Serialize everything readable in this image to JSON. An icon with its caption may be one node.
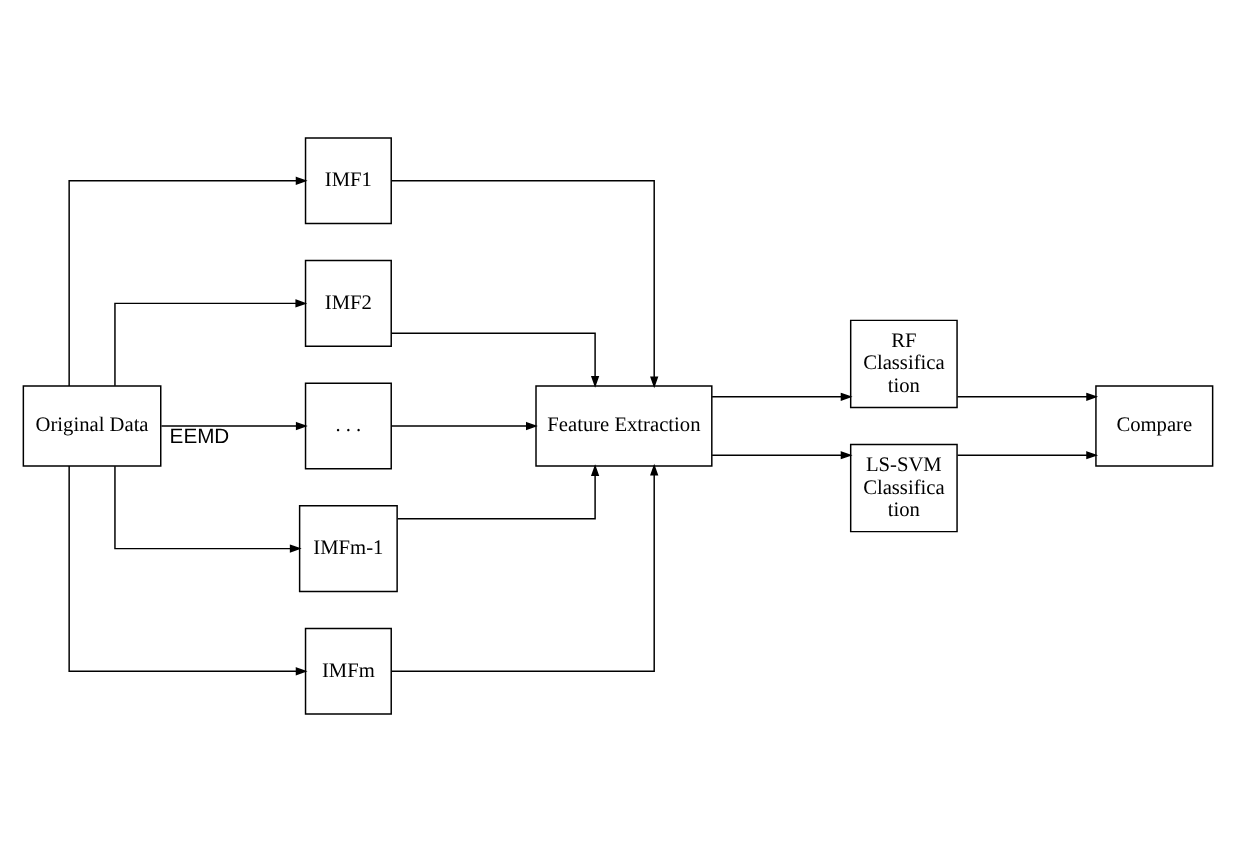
{
  "diagram": {
    "nodes": [
      {
        "text": [
          "Original Data"
        ]
      },
      {
        "text": [
          "IMF1"
        ]
      },
      {
        "text": [
          "IMF2"
        ]
      },
      {
        "text": [
          ". . ."
        ]
      },
      {
        "text": [
          "IMFm-1"
        ]
      },
      {
        "text": [
          "IMFm"
        ]
      },
      {
        "text": [
          "Feature Extraction"
        ]
      },
      {
        "text": [
          "RF Classifica tion"
        ]
      },
      {
        "text": [
          "LS-SVM Classifica tion"
        ]
      },
      {
        "text": [
          "Compare"
        ]
      }
    ],
    "edges": [
      {
        "from": 0,
        "to": 1,
        "arrow": "to"
      },
      {
        "from": 0,
        "to": 2,
        "arrow": "to"
      },
      {
        "from": 0,
        "to": 3,
        "arrow": "to",
        "label": "EEMD"
      },
      {
        "from": 0,
        "to": 4,
        "arrow": "to"
      },
      {
        "from": 0,
        "to": 5,
        "arrow": "to"
      },
      {
        "from": 1,
        "to": 6,
        "arrow": "to"
      },
      {
        "from": 2,
        "to": 6,
        "arrow": "to"
      },
      {
        "from": 3,
        "to": 6,
        "arrow": "to"
      },
      {
        "from": 4,
        "to": 6,
        "arrow": "to"
      },
      {
        "from": 5,
        "to": 6,
        "arrow": "to"
      },
      {
        "from": 6,
        "to": 7,
        "arrow": "to"
      },
      {
        "from": 6,
        "to": 8,
        "arrow": "to"
      },
      {
        "from": 7,
        "to": 9,
        "arrow": "to"
      },
      {
        "from": 8,
        "to": 9,
        "arrow": "to"
      }
    ]
  }
}
